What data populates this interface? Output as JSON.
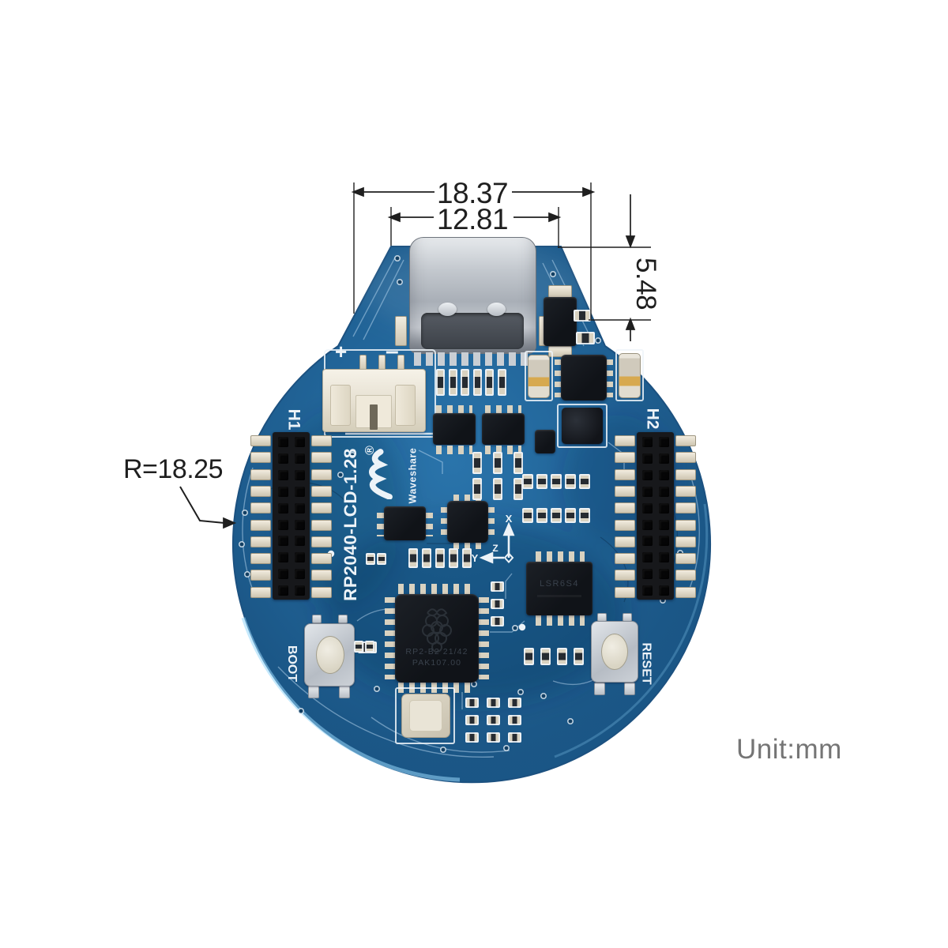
{
  "annotations": {
    "dim_outer": "18.37",
    "dim_inner": "12.81",
    "dim_height": "5.48",
    "radius": "R=18.25",
    "unit": "Unit:mm"
  },
  "silkscreen": {
    "header_left": "H1",
    "header_right": "H2",
    "boot": "BOOT",
    "reset": "RESET",
    "battery_plus": "+",
    "battery_minus": "–",
    "model": "RP2040-LCD-1.28",
    "registered": "®",
    "brand": "Waveshare",
    "axis_x": "X",
    "axis_y": "Y",
    "axis_z": "Z"
  },
  "chip_markings": {
    "mcu_line1": "RP2-B2 21/42",
    "mcu_line2": "PAK107.00",
    "imu_line1": "LSR6S4"
  },
  "colors": {
    "pcb": "#1e6296",
    "pcb_dark": "#174e7b",
    "rim": "#7cb6dd",
    "silk": "#edf3f8",
    "pad": "#d9d2c0",
    "ann": "#1f1f1f",
    "unit": "#757575",
    "gold": "#d7a94f",
    "chip": "#15181d",
    "metal": "#c9ced4"
  }
}
